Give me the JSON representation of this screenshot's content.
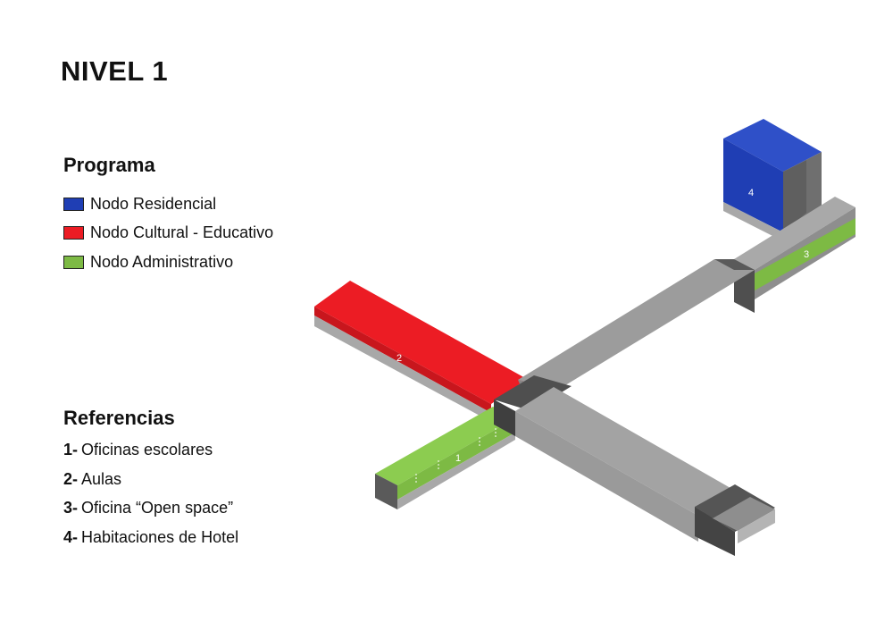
{
  "title": "NIVEL 1",
  "programa": {
    "heading": "Programa",
    "items": [
      {
        "label": "Nodo Residencial",
        "color": "#1f3eb4"
      },
      {
        "label": "Nodo Cultural - Educativo",
        "color": "#ec1c24"
      },
      {
        "label": "Nodo Administrativo",
        "color": "#7dba44"
      }
    ]
  },
  "referencias": {
    "heading": "Referencias",
    "items": [
      {
        "num": "1-",
        "text": "Oficinas escolares"
      },
      {
        "num": "2-",
        "text": "Aulas"
      },
      {
        "num": "3-",
        "text": "Oficina “Open space”"
      },
      {
        "num": "4-",
        "text": "Habitaciones de Hotel"
      }
    ]
  },
  "diagram": {
    "labels": {
      "one": "1",
      "two": "2",
      "three": "3",
      "four": "4"
    }
  }
}
